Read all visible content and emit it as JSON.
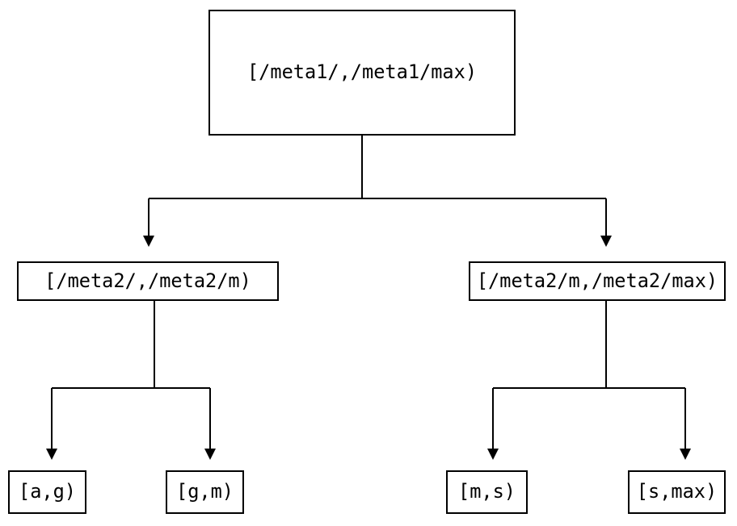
{
  "diagram": {
    "type": "tree",
    "title": "",
    "background_color": "#ffffff",
    "line_color": "#000000",
    "text_color": "#000000",
    "nodes": {
      "root": {
        "label": "[/meta1/,/meta1/max)"
      },
      "meta2_low": {
        "label": "[/meta2/,/meta2/m)"
      },
      "meta2_high": {
        "label": "[/meta2/m,/meta2/max)"
      },
      "leaf_ag": {
        "label": "[a,g)"
      },
      "leaf_gm": {
        "label": "[g,m)"
      },
      "leaf_ms": {
        "label": "[m,s)"
      },
      "leaf_smax": {
        "label": "[s,max)"
      }
    },
    "edges": [
      {
        "from": "root",
        "to": "meta2_low",
        "arrow": "down"
      },
      {
        "from": "root",
        "to": "meta2_high",
        "arrow": "down"
      },
      {
        "from": "meta2_low",
        "to": "leaf_ag",
        "arrow": "down"
      },
      {
        "from": "meta2_low",
        "to": "leaf_gm",
        "arrow": "down"
      },
      {
        "from": "meta2_high",
        "to": "leaf_ms",
        "arrow": "down"
      },
      {
        "from": "meta2_high",
        "to": "leaf_smax",
        "arrow": "down"
      }
    ]
  }
}
